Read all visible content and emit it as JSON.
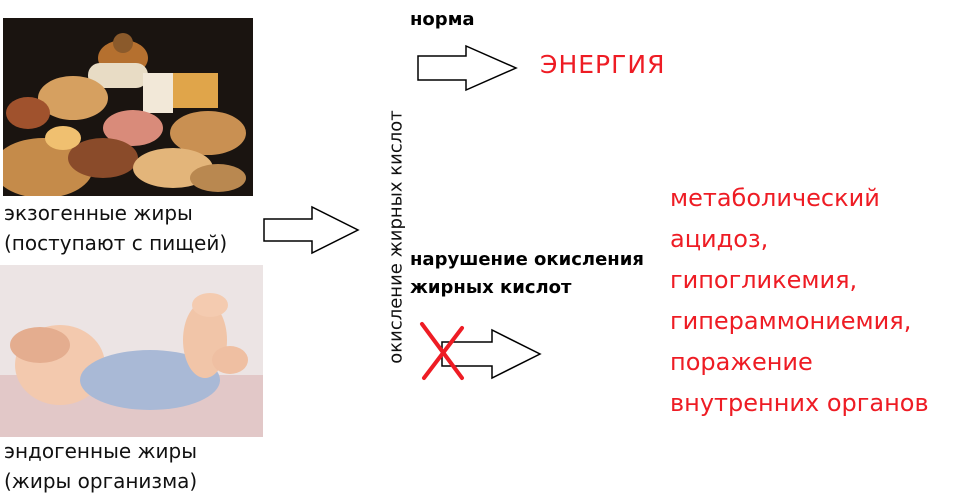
{
  "left": {
    "exogenous_caption_line1": "экзогенные жиры",
    "exogenous_caption_line2": "(поступают с пищей)",
    "endogenous_caption_line1": "эндогенные жиры",
    "endogenous_caption_line2": "(жиры организма)"
  },
  "center": {
    "vertical_label": "окисление жирных кислот"
  },
  "top_branch": {
    "label": "норма",
    "result": "ЭНЕРГИЯ"
  },
  "bottom_branch": {
    "label_line1": "нарушение окисления",
    "label_line2": "жирных кислот",
    "results": [
      "метаболический",
      "ацидоз,",
      "гипогликемия,",
      "гипераммониемия,",
      "поражение",
      "внутренних органов"
    ]
  },
  "colors": {
    "accent_red": "#ee1c24",
    "text": "#000000"
  },
  "icons": {
    "food": "food-assortment-photo",
    "baby": "baby-photo",
    "block": "red-cross-mark"
  }
}
